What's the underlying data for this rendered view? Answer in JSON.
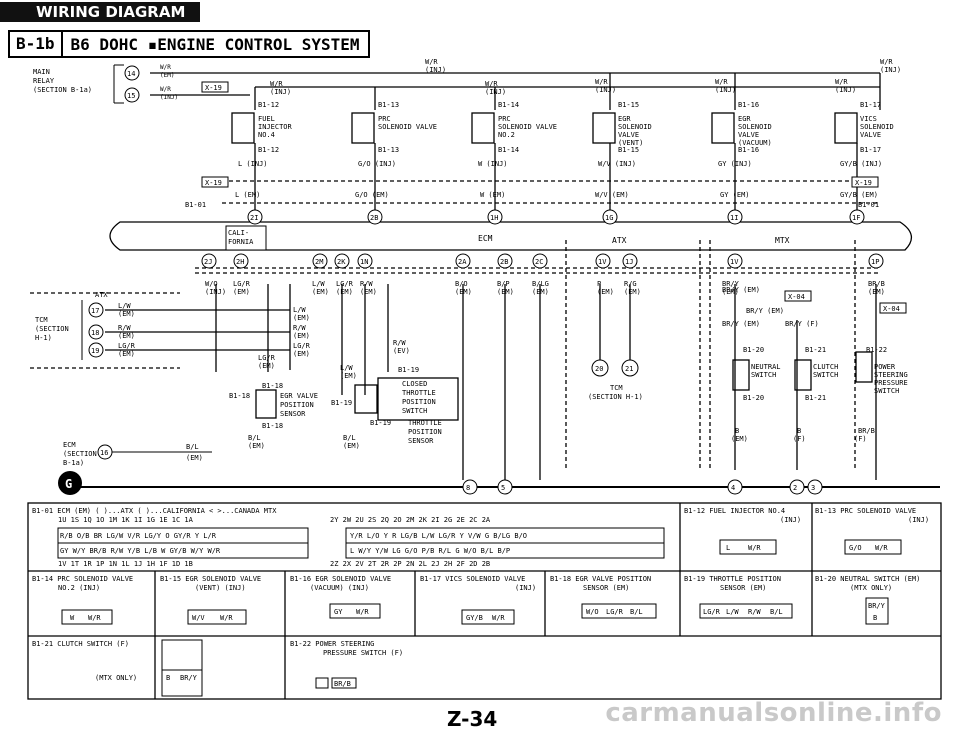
{
  "header": {
    "wiring": "WIRING DIAGRAM",
    "id": "B-1b",
    "title": "B6 DOHC ▪ENGINE CONTROL SYSTEM"
  },
  "relay": {
    "lines": [
      "MAIN",
      "RELAY",
      "(SECTION B-1a)"
    ],
    "c1": "14",
    "c2": "15",
    "w1": "W/R",
    "w1n": "(EM)",
    "w2": "W/R",
    "w2n": "(INJ)"
  },
  "connectors": {
    "x19a": "X-19",
    "x19b": "X-19",
    "x19c": "X-19",
    "x04a": "X-04",
    "x04b": "X-04",
    "b101": "B1-01",
    "b101r": "B1-01"
  },
  "top_wires": [
    {
      "w": "W/R",
      "n": "(INJ)"
    },
    {
      "w": "W/R",
      "n": "(INJ)"
    },
    {
      "w": "W/R",
      "n": "(INJ)"
    },
    {
      "w": "W/R",
      "n": "(INJ)"
    },
    {
      "w": "W/R",
      "n": "(INJ)"
    },
    {
      "w": "W/R",
      "n": "(INJ)"
    },
    {
      "w": "W/R",
      "n": "(INJ)"
    }
  ],
  "components": [
    {
      "id": "B1-12",
      "lines": [
        "FUEL",
        "INJECTOR",
        "NO.4"
      ],
      "id2": "B1-12",
      "wire": "L (INJ)"
    },
    {
      "id": "B1-13",
      "lines": [
        "PRC",
        "SOLENOID VALVE"
      ],
      "id2": "B1-13",
      "wire": "G/O (INJ)"
    },
    {
      "id": "B1-14",
      "lines": [
        "PRC",
        "SOLENOID VALVE",
        "NO.2"
      ],
      "id2": "B1-14",
      "wire": "W (INJ)"
    },
    {
      "id": "B1-15",
      "lines": [
        "EGR",
        "SOLENOID",
        "VALVE",
        "(VENT)"
      ],
      "id2": "B1-15",
      "wire": "W/V (INJ)"
    },
    {
      "id": "B1-16",
      "lines": [
        "EGR",
        "SOLENOID",
        "VALVE",
        "(VACUUM)"
      ],
      "id2": "B1-16",
      "wire": "GY (INJ)"
    },
    {
      "id": "B1-17",
      "lines": [
        "VICS",
        "SOLENOID",
        "VALVE"
      ],
      "id2": "B1-17",
      "wire": "GY/B (INJ)"
    }
  ],
  "em_wires": [
    "L (EM)",
    "G/O (EM)",
    "W (EM)",
    "W/V (EM)",
    "GY (EM)",
    "GY/B (EM)"
  ],
  "ecm_pins_top": [
    "2I",
    "2B",
    "1H",
    "1G",
    "1I",
    "1F"
  ],
  "ecm": {
    "cali": "CALI-",
    "fornia": "FORNIA",
    "label": "ECM",
    "atx": "ATX",
    "mtx": "MTX"
  },
  "ecm_pins_bottom": [
    "2J",
    "2H",
    "2M",
    "2K",
    "1N",
    "2A",
    "2B",
    "2C",
    "1V",
    "1J",
    "1V",
    "1P"
  ],
  "tcm": {
    "lines": [
      "TCM",
      "(SECTION",
      "H-1)"
    ],
    "atx": "ATX",
    "pins": [
      "17",
      "18",
      "19"
    ],
    "wires": [
      [
        "L/W",
        "(EM)"
      ],
      [
        "R/W",
        "(EM)"
      ],
      [
        "LG/R",
        "(EM)"
      ]
    ]
  },
  "mid_wires": [
    [
      "W/O",
      "(INJ)"
    ],
    [
      "LG/R",
      "(EM)"
    ],
    [
      "L/W",
      "(EM)"
    ],
    [
      "LG/R",
      "(EM)"
    ],
    [
      "R/W",
      "(EM)"
    ],
    [
      "B/O",
      "(EM)"
    ],
    [
      "B/P",
      "(EM)"
    ],
    [
      "B/LG",
      "(EM)"
    ],
    [
      "P",
      "(EM)"
    ],
    [
      "R/G",
      "(EM)"
    ],
    [
      "BR/Y",
      "(EM)"
    ],
    [
      "BR/B",
      "(EM)"
    ]
  ],
  "lower_wires": [
    [
      "L/W",
      "(EM)"
    ],
    [
      "R/W",
      "(EM)"
    ],
    [
      "LG/R",
      "(EM)"
    ],
    [
      "R/W",
      "(EV)"
    ],
    [
      "LG/R",
      "(EM)"
    ],
    [
      "L/W",
      "(EM)"
    ],
    [
      "B/L",
      "(EM)"
    ],
    [
      "B/L",
      "(EM)"
    ]
  ],
  "egr_pos": {
    "id": "B1-18",
    "id2": "B1-18",
    "side": "B1-18",
    "lines": [
      "EGR VALVE",
      "POSITION",
      "SENSOR"
    ]
  },
  "tps": {
    "id": "B1-19",
    "id2": "B1-19",
    "side": "B1-19",
    "lines": [
      "CLOSED",
      "THROTTLE",
      "POSITION",
      "SWITCH"
    ],
    "lines2": [
      "THROTTLE",
      "POSITION",
      "SENSOR"
    ]
  },
  "tcm2": {
    "lines": [
      "TCM",
      "(SECTION H-1)"
    ],
    "pins": [
      "20",
      "21"
    ]
  },
  "mtx": {
    "br_y": "BR/Y (EM)",
    "x04": "X-04",
    "br_y2": "BR/Y (EM)",
    "br_y3": "BR/Y (F)",
    "bry4": "BR/Y (EM)"
  },
  "switches": [
    {
      "id": "B1-20",
      "lines": [
        "NEUTRAL",
        "SWITCH"
      ],
      "id2": "B1-20",
      "w": "B",
      "n": "(EM)"
    },
    {
      "id": "B1-21",
      "lines": [
        "CLUTCH",
        "SWITCH"
      ],
      "id2": "B1-21",
      "w": "B",
      "n": "(F)"
    },
    {
      "id": "B1-22",
      "lines": [
        "POWER",
        "STEERING",
        "PRESSURE",
        "SWITCH"
      ],
      "w": "BR/B",
      "n": "(F)"
    }
  ],
  "ecm_bl": {
    "lines": [
      "ECM",
      "(SECTION",
      "B-1a)"
    ],
    "pin": "16",
    "w": "B/L",
    "n": "(EM)"
  },
  "grounds": [
    "G",
    "8",
    "5",
    "4",
    "2",
    "3"
  ],
  "legend": {
    "b101": "B1-01 ECM (EM)  ( )...ATX  ( )...CALIFORNIA  < >...CANADA MTX",
    "b101_rows": [
      "1U  1S  1Q  1O  1M  1K  1I  1G  1E  1C  1A",
      "R/B  O/B  BR  LG/W  V/R  LG/Y  O  GY/R  Y  L/R",
      "GY  W/Y  BR/B  R/W  Y/B  L/B  W  GY/B  W/Y  W/R",
      "1V  1T  1R  1P  1N  1L  1J  1H  1F  1D  1B"
    ],
    "b101_rows_b": [
      "2Y 2W  2U  2S  2Q  2O  2M  2K  2I  2G  2E  2C  2A",
      "Y/R  L/O  Y  R  LG/B  L/W  LG/R  Y  V/W  G  B/LG  B/O",
      "L  W/Y  Y/W  LG  G/O  P/B  R/L  G  W/O  B/L  B/P",
      "2Z 2X  2V  2T  2R  2P  2N  2L  2J  2H  2F  2D  2B"
    ],
    "b112": "B1-12 FUEL INJECTOR NO.4",
    "b112n": "(INJ)",
    "b112p": [
      "L",
      "W/R"
    ],
    "b113": "B1-13 PRC SOLENOID VALVE",
    "b113n": "(INJ)",
    "b113p": [
      "G/O",
      "W/R"
    ],
    "b114": "B1-14 PRC SOLENOID VALVE",
    "b114n": "NO.2 (INJ)",
    "b114p": [
      "W",
      "W/R"
    ],
    "b115": "B1-15 EGR SOLENOID VALVE",
    "b115n": "(VENT) (INJ)",
    "b115p": [
      "W/V",
      "W/R"
    ],
    "b116": "B1-16 EGR SOLENOID VALVE",
    "b116n": "(VACUUM) (INJ)",
    "b116p": [
      "GY",
      "W/R"
    ],
    "b117": "B1-17 VICS SOLENOID VALVE",
    "b117n": "(INJ)",
    "b117p": [
      "GY/B",
      "W/R"
    ],
    "b118": "B1-18 EGR VALVE POSITION",
    "b118n": "SENSOR (EM)",
    "b118p": [
      "W/O",
      "LG/R",
      "B/L"
    ],
    "b119": "B1-19 THROTTLE POSITION",
    "b119n": "SENSOR (EM)",
    "b119p": [
      "LG/R",
      "L/W",
      "R/W",
      "B/L"
    ],
    "b120": "B1-20 NEUTRAL SWITCH (EM)",
    "b120n": "(MTX ONLY)",
    "b120p": [
      "BR/Y",
      "B"
    ],
    "b121": "B1-21 CLUTCH SWITCH (F)",
    "b121n": "(MTX ONLY)",
    "b121p": [
      "B",
      "BR/Y"
    ],
    "b122": "B1-22 POWER STEERING",
    "b122n": "PRESSURE SWITCH (F)",
    "b122p": "BR/B"
  },
  "page": "Z-34",
  "watermark": "carmanualsonline.info"
}
